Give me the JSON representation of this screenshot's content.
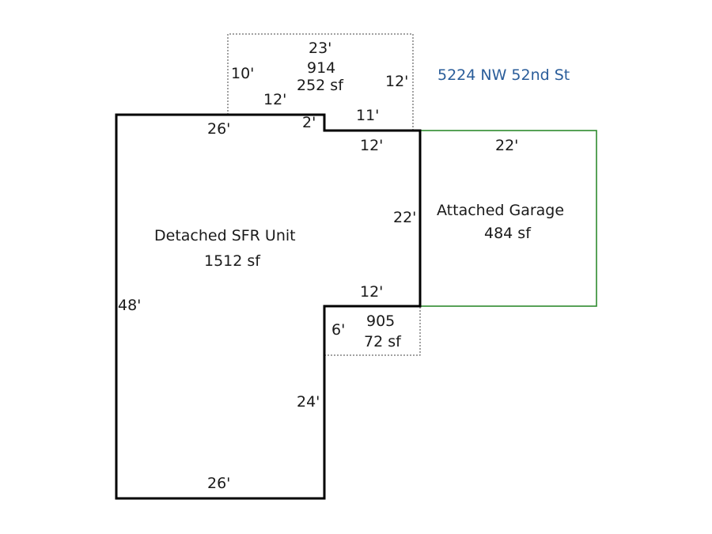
{
  "colors": {
    "main_outline": "#000000",
    "garage_outline": "#2e8b2e",
    "dotted_outline": "#444444",
    "address_text": "#2a5d9a"
  },
  "address": "5224 NW 52nd St",
  "main_unit": {
    "name": "Detached SFR Unit",
    "area": "1512 sf",
    "dims": {
      "top_left": "26'",
      "notch": "2'",
      "top_right": "12'",
      "right_upper": "22'",
      "step": "12'",
      "right_lower": "24'",
      "bottom": "26'",
      "left": "48'"
    }
  },
  "garage": {
    "name": "Attached Garage",
    "area": "484 sf",
    "dims": {
      "top": "22'",
      "left": "22'"
    }
  },
  "addition_914": {
    "code": "914",
    "area": "252 sf",
    "dims": {
      "top": "23'",
      "left": "10'",
      "inner_top": "12'",
      "right": "12'",
      "inner_bottom": "11'"
    }
  },
  "addition_905": {
    "code": "905",
    "area": "72 sf",
    "dims": {
      "side": "6'"
    }
  }
}
